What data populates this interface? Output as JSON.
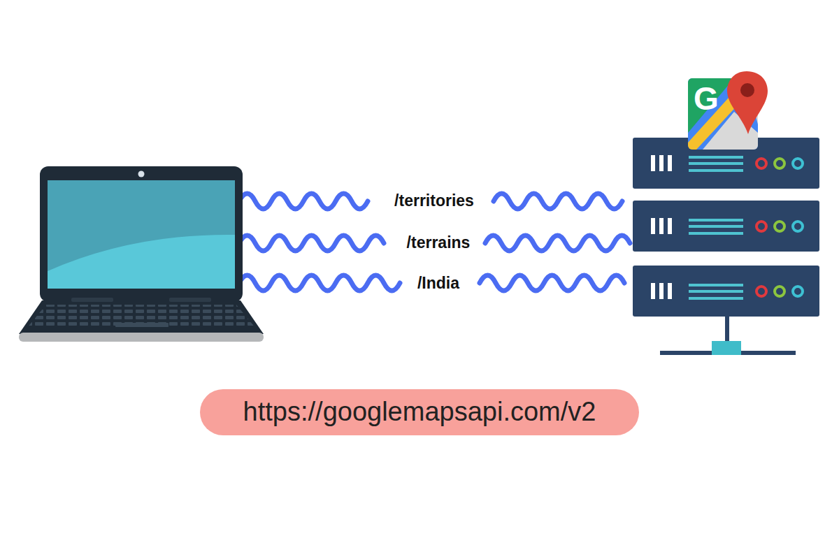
{
  "diagram": {
    "nodes": [
      {
        "text": [
          "https://googlemapsapi.com/v2"
        ]
      }
    ],
    "labels": [
      "/territories",
      "/terrains",
      "/India",
      "G"
    ]
  }
}
